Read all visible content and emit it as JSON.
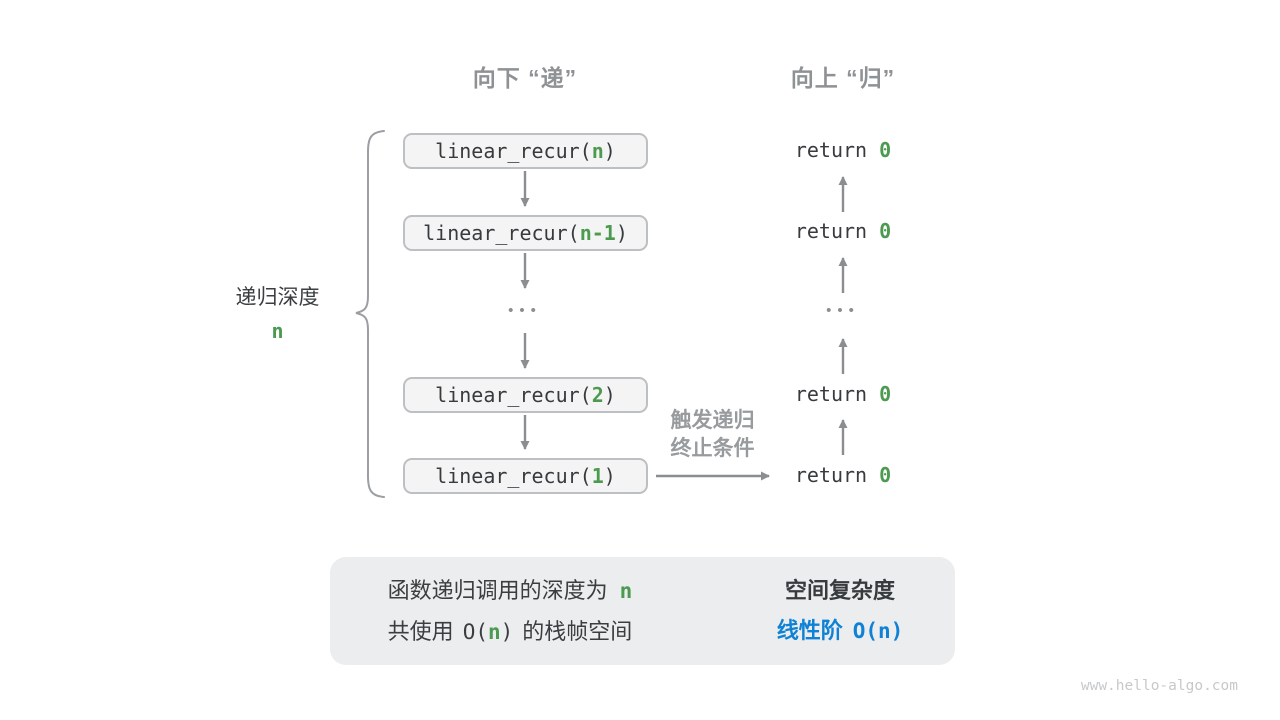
{
  "colors": {
    "green": "#4c9a4f",
    "blue": "#0f82d6",
    "arrow_gray": "#8a8e91",
    "heading_gray": "#8f9295",
    "text_dark": "#3b3e40",
    "box_bg": "#f4f4f4",
    "box_border": "#bdc0c2",
    "summary_bg": "#ecedee"
  },
  "headers": {
    "down": "向下 “递”",
    "up": "向上 “归”"
  },
  "depth_brace": {
    "label": "递归深度",
    "value": "n"
  },
  "call_stack": [
    {
      "pre": "linear_recur(",
      "arg": "n",
      "post": ")"
    },
    {
      "pre": "linear_recur(",
      "arg": "n-1",
      "post": ")"
    },
    {
      "pre": "linear_recur(",
      "arg": "2",
      "post": ")"
    },
    {
      "pre": "linear_recur(",
      "arg": "1",
      "post": ")"
    }
  ],
  "returns": [
    {
      "pre": "return",
      "val": "0"
    },
    {
      "pre": "return",
      "val": "0"
    },
    {
      "pre": "return",
      "val": "0"
    },
    {
      "pre": "return",
      "val": "0"
    }
  ],
  "ellipsis": "•••",
  "base_case_note": {
    "line1": "触发递归",
    "line2": "终止条件"
  },
  "summary": {
    "line1": {
      "text": "函数递归调用的深度为",
      "n": "n"
    },
    "line2": {
      "a": "共使用",
      "b": "O(",
      "n": "n",
      "c": ")",
      "d": "的栈帧空间"
    },
    "result_title": "空间复杂度",
    "result": {
      "label": "线性阶",
      "value": "O(n)"
    }
  },
  "watermark": "www.hello-algo.com"
}
